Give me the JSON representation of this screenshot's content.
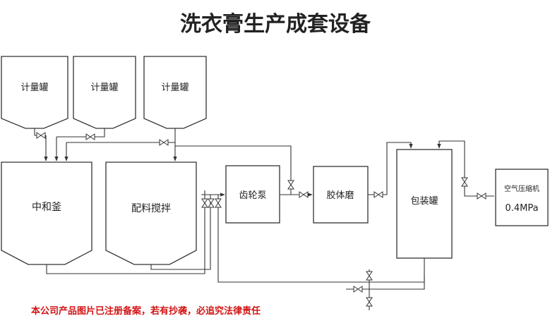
{
  "title": "洗衣膏生产成套设备",
  "equipment": {
    "metering_tank_1": "计量罐",
    "metering_tank_2": "计量罐",
    "metering_tank_3": "计量罐",
    "neutralizer": "中和釜",
    "mixer": "配料搅拌",
    "gear_pump": "齿轮泵",
    "colloid_mill": "胶体磨",
    "packing_tank": "包装罐",
    "compressor": "空气压缩机",
    "compressor_pressure": "0.4MPa"
  },
  "footer_note": "本公司产品图片已注册备案，若有抄袭，必追究法律责任",
  "colors": {
    "line": "#333333",
    "note": "#d21414"
  }
}
